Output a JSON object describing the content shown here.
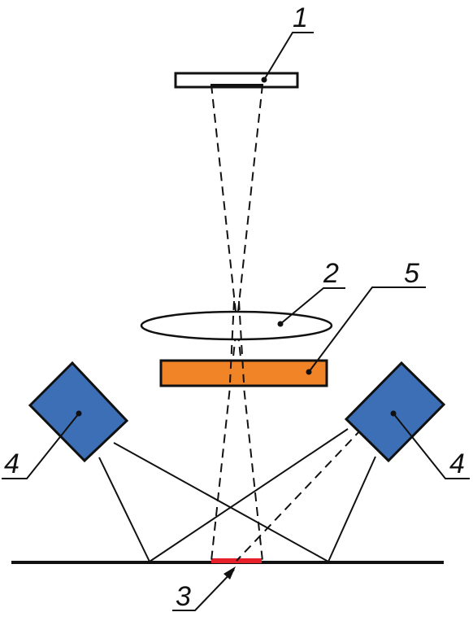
{
  "labels": {
    "mask": "1",
    "lens": "2",
    "target_spot": "3",
    "lamp_left": "4",
    "lamp_right": "4",
    "filter": "5"
  },
  "colors": {
    "lamp_fill": "#3d6fb6",
    "filter_fill": "#f08426",
    "target_fill": "#e8202a",
    "line": "#111111",
    "background": "#ffffff"
  }
}
